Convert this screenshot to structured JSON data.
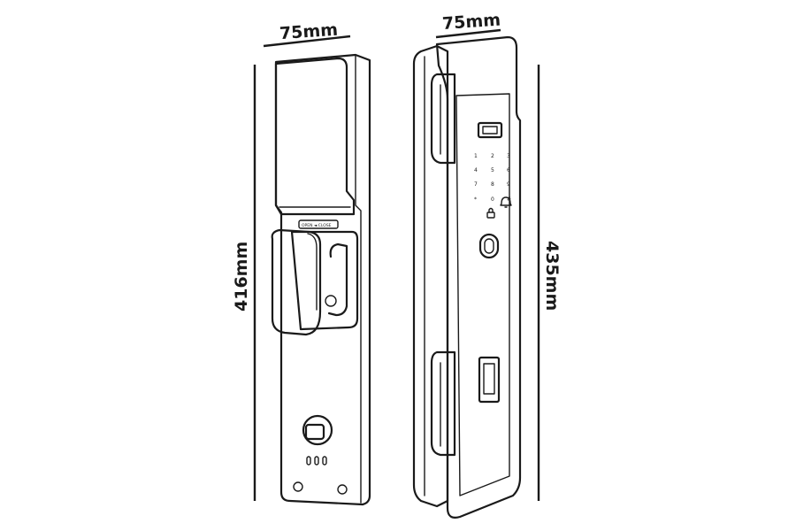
{
  "dimensions": {
    "back_width": "75mm",
    "front_width": "75mm",
    "back_height": "416mm",
    "front_height": "435mm"
  },
  "back_panel": {
    "knob_label": "OPEN ◄ CLOSE"
  },
  "front_panel": {
    "keypad": [
      "1",
      "2",
      "3",
      "4",
      "5",
      "6",
      "7",
      "8",
      "9",
      "*",
      "0",
      "#"
    ]
  }
}
